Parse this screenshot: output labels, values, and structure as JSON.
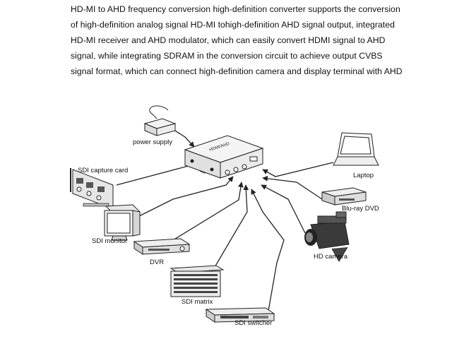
{
  "intro": {
    "lines": [
      "HD-MI to AHD frequency conversion high-definition converter supports the conversion",
      "of high-definition analog signal HD-MI tohigh-definition AHD signal output, integrated",
      "HD-MI receiver and AHD modulator, which can easily convert HDMI signal to AHD",
      "signal, while integrating SDRAM in the conversion circuit to achieve output CVBS",
      "signal format, which can connect high-definition camera and display terminal with AHD"
    ]
  },
  "diagram": {
    "converter": {
      "text": "HDMI/AHD"
    },
    "labels": {
      "power_supply": "power supply",
      "sdi_capture_card": "SDI capture card",
      "sdi_monitor": "SDI monitor",
      "dvr": "DVR",
      "sdi_matrix": "SDI matrix",
      "sdi_switcher": "SDI switcher",
      "laptop": "Laptop",
      "bluray_dvd": "Blu-ray DVD",
      "hd_camera": "HD camera"
    }
  }
}
